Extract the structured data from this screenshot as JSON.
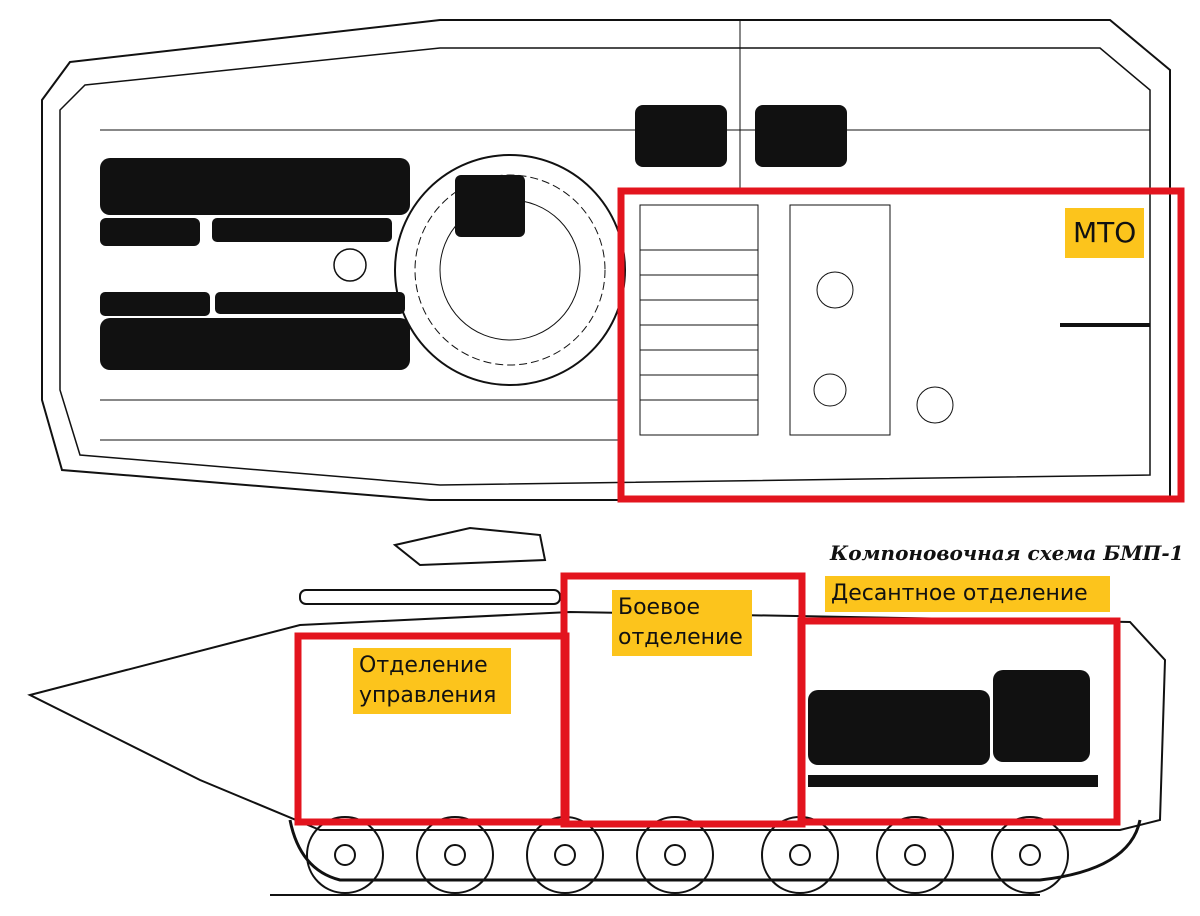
{
  "caption": "Компоновочная схема БМП-1",
  "compartments": {
    "engine": "МТО",
    "troop": "Десантное отделение",
    "fighting": "Боевое отделение",
    "driver": "Отделение управления"
  },
  "colors": {
    "highlight_box": "#e3141e",
    "label_bg": "#fcc41c",
    "line": "#111111"
  }
}
